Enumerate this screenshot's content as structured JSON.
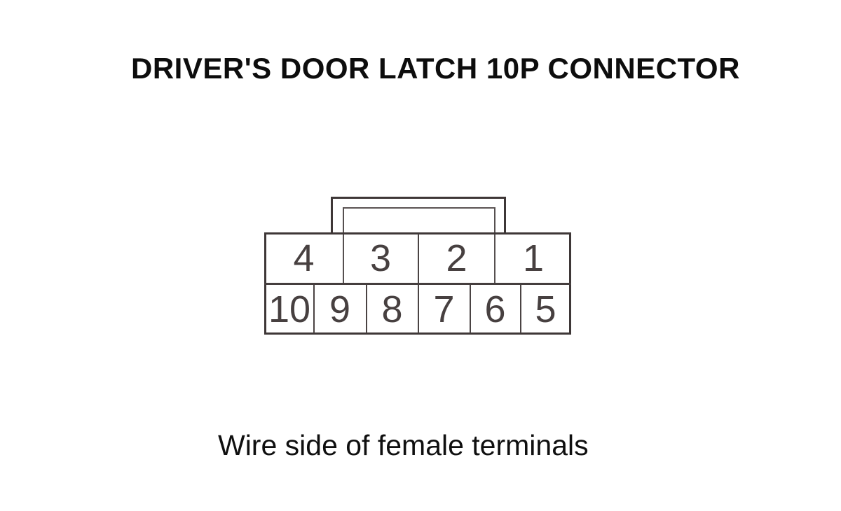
{
  "title": {
    "text": "DRIVER'S DOOR LATCH 10P CONNECTOR"
  },
  "caption": {
    "text": "Wire side of female terminals"
  },
  "connector": {
    "type": "10P connector pinout",
    "pin_count": 10,
    "line_color": "#3e3737",
    "pin_number_color": "#474040",
    "rows": [
      {
        "position": "top",
        "pins": [
          "4",
          "3",
          "2",
          "1"
        ]
      },
      {
        "position": "bottom",
        "pins": [
          "10",
          "9",
          "8",
          "7",
          "6",
          "5"
        ]
      }
    ]
  }
}
